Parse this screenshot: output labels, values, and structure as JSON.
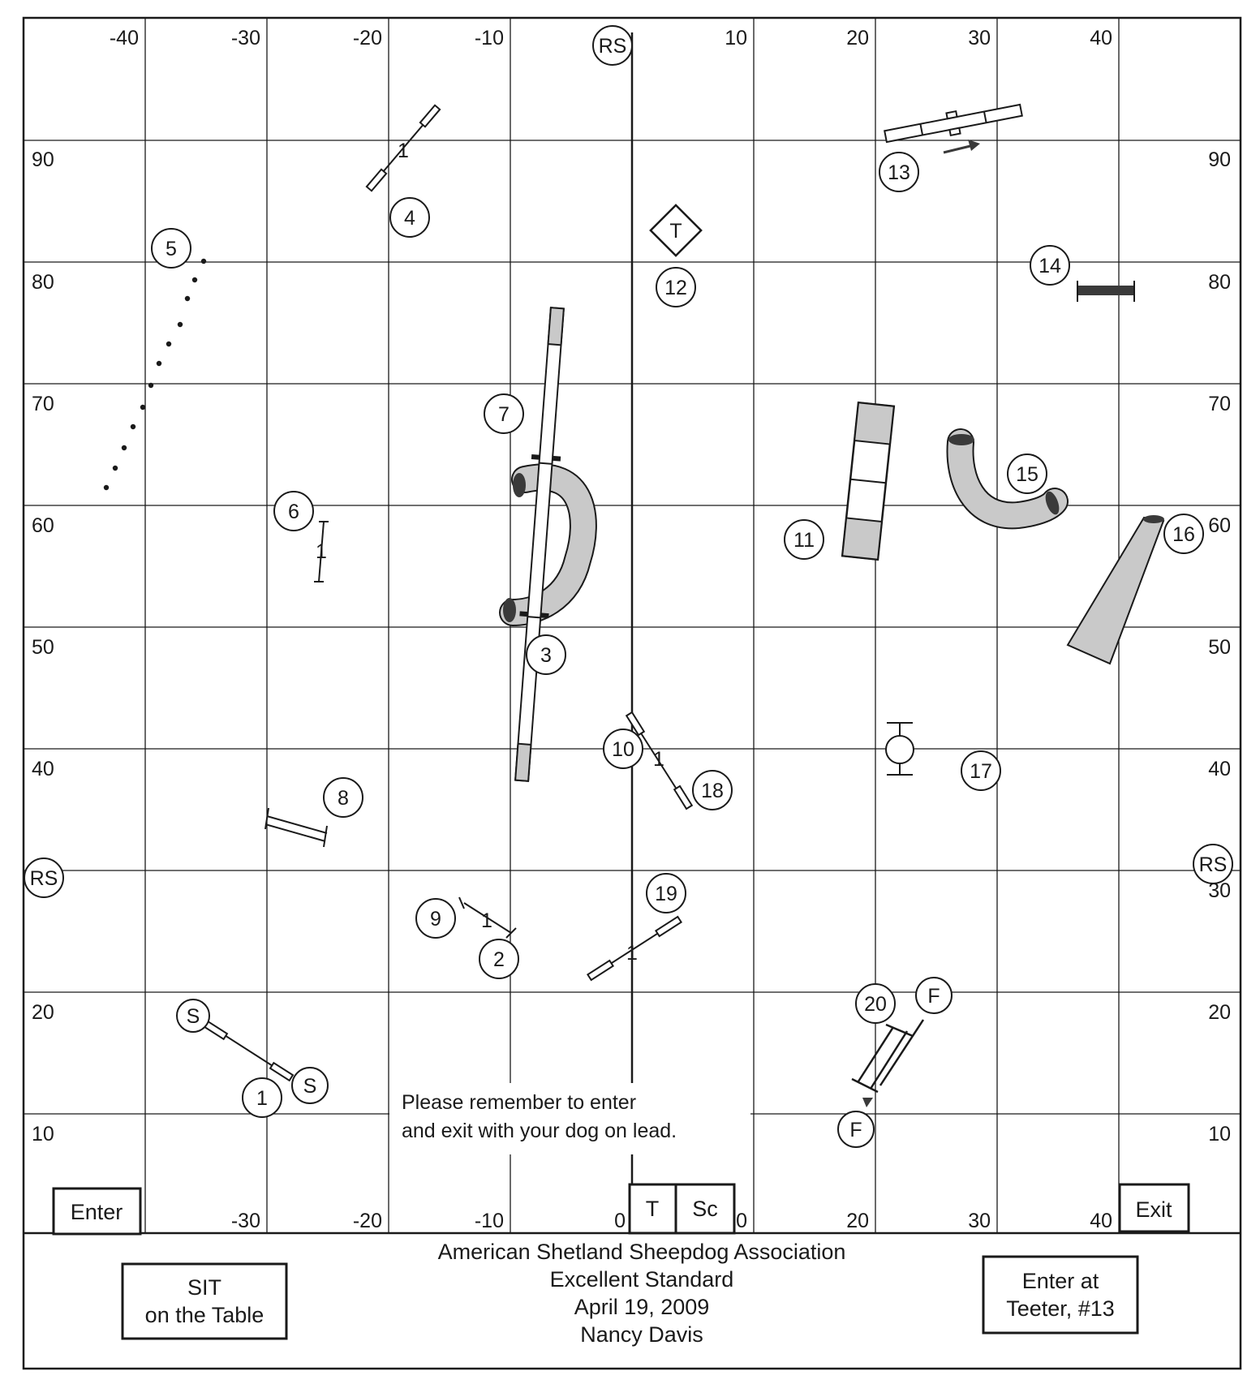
{
  "grid": {
    "x_top_labels": [
      "-40",
      "-30",
      "-20",
      "-10",
      "10",
      "20",
      "30",
      "40"
    ],
    "x_bottom_labels": [
      "-30",
      "-20",
      "-10",
      "0",
      "0",
      "20",
      "30",
      "40"
    ],
    "y_left_labels": [
      "90",
      "80",
      "70",
      "60",
      "50",
      "40",
      "20",
      "10"
    ],
    "y_right_labels": [
      "90",
      "80",
      "70",
      "60",
      "50",
      "40",
      "30",
      "20",
      "10"
    ]
  },
  "ring_steward": "RS",
  "obstacles": {
    "numbers": [
      "1",
      "2",
      "3",
      "4",
      "5",
      "6",
      "7",
      "8",
      "9",
      "10",
      "11",
      "12",
      "13",
      "14",
      "15",
      "16",
      "17",
      "18",
      "19",
      "20"
    ],
    "start": "S",
    "finish": "F",
    "table": "T",
    "bar_height": "1"
  },
  "gates": {
    "enter": "Enter",
    "exit": "Exit"
  },
  "officials": {
    "timer": "T",
    "scribe": "Sc"
  },
  "notice": {
    "line1": "Please remember to enter",
    "line2": "and exit with your dog on lead."
  },
  "footer": {
    "left_line1": "SIT",
    "left_line2": "on the Table",
    "center_line1": "American Shetland Sheepdog Association",
    "center_line2": "Excellent Standard",
    "center_line3": "April 19, 2009",
    "center_line4": "Nancy Davis",
    "right_line1": "Enter at",
    "right_line2": "Teeter, #13"
  },
  "colors": {
    "ink": "#1a1a1a",
    "shade": "#c9c9c9",
    "dark": "#3a3a3a"
  }
}
